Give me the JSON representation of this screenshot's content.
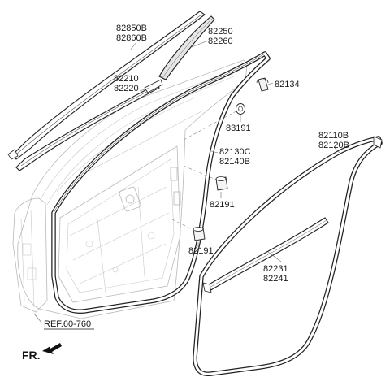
{
  "labels": {
    "upper_moulding": [
      "82850B",
      "82860B"
    ],
    "frame_moulding": [
      "82250",
      "82260"
    ],
    "belt_moulding": [
      "82210",
      "82220"
    ],
    "plug_top": "82134",
    "plug_mid": "83191",
    "body_weatherstrip": [
      "82130C",
      "82140B"
    ],
    "plug_lower_1": "82191",
    "plug_lower_2": "82191",
    "door_weatherstrip": [
      "82110B",
      "82120B"
    ],
    "inner_seal": [
      "82231",
      "82241"
    ]
  },
  "reference": "REF.60-760",
  "front_indicator": "FR."
}
